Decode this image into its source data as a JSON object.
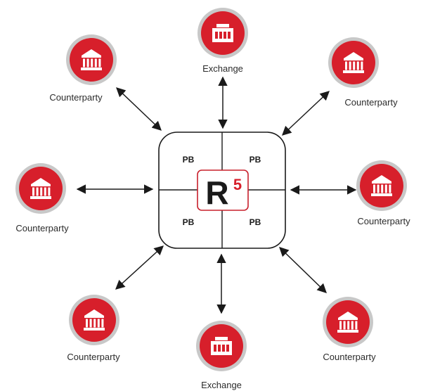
{
  "center": {
    "quadrant_labels": [
      "PB",
      "PB",
      "PB",
      "PB"
    ],
    "logo": {
      "letter": "R",
      "superscript": "5"
    }
  },
  "nodes": [
    {
      "id": "exchange-top",
      "kind": "exchange",
      "label": "Exchange"
    },
    {
      "id": "counterparty-top-left",
      "kind": "counterparty",
      "label": "Counterparty"
    },
    {
      "id": "counterparty-top-right",
      "kind": "counterparty",
      "label": "Counterparty"
    },
    {
      "id": "counterparty-left",
      "kind": "counterparty",
      "label": "Counterparty"
    },
    {
      "id": "counterparty-right",
      "kind": "counterparty",
      "label": "Counterparty"
    },
    {
      "id": "counterparty-bottom-left",
      "kind": "counterparty",
      "label": "Counterparty"
    },
    {
      "id": "counterparty-bottom-right",
      "kind": "counterparty",
      "label": "Counterparty"
    },
    {
      "id": "exchange-bottom",
      "kind": "exchange",
      "label": "Exchange"
    }
  ],
  "connections": [
    {
      "from": "exchange-top",
      "to": "center",
      "bidirectional": true
    },
    {
      "from": "counterparty-top-left",
      "to": "center",
      "bidirectional": true
    },
    {
      "from": "counterparty-top-right",
      "to": "center",
      "bidirectional": true
    },
    {
      "from": "counterparty-left",
      "to": "center",
      "bidirectional": true
    },
    {
      "from": "counterparty-right",
      "to": "center",
      "bidirectional": true
    },
    {
      "from": "counterparty-bottom-left",
      "to": "center",
      "bidirectional": true
    },
    {
      "from": "counterparty-bottom-right",
      "to": "center",
      "bidirectional": true
    },
    {
      "from": "exchange-bottom",
      "to": "center",
      "bidirectional": true
    }
  ],
  "colors": {
    "node_fill": "#d71f2b",
    "node_ring": "#c8c8c8",
    "icon": "#ffffff",
    "box_stroke": "#1a1a1a",
    "logo_border": "#c8202c",
    "logo_superscript": "#d71f2b",
    "arrow": "#1a1a1a"
  },
  "icons": {
    "exchange": "building-icon",
    "counterparty": "bank-icon"
  }
}
